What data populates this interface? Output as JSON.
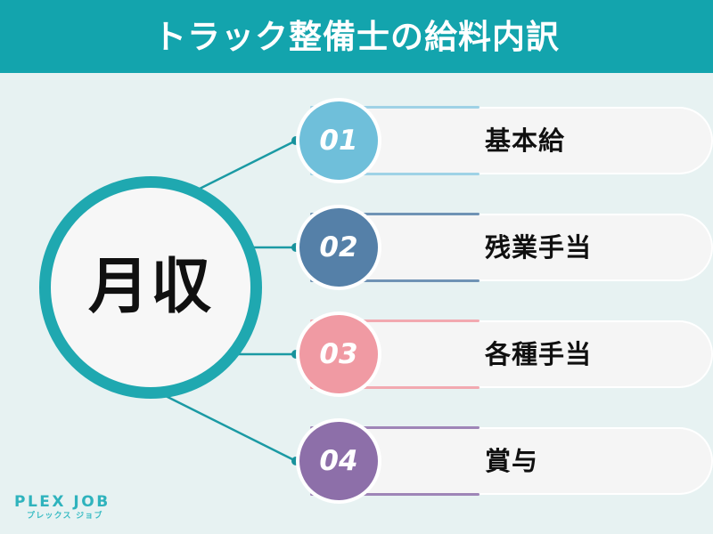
{
  "header": {
    "title": "トラック整備士の給料内訳",
    "bg_color": "#13a4ad",
    "text_color": "#ffffff"
  },
  "canvas": {
    "bg_color": "#e7f2f2"
  },
  "center": {
    "label": "月収",
    "ring_color": "#1fa8b0",
    "fill_color": "#f7f7f7",
    "text_color": "#101010"
  },
  "connector": {
    "line_color": "#1b9aa4",
    "dot_color": "#18929c"
  },
  "items": [
    {
      "number": "01",
      "label": "基本給",
      "color": "#6fbfda",
      "accent_color": "#9fd2e6"
    },
    {
      "number": "02",
      "label": "残業手当",
      "color": "#5580a8",
      "accent_color": "#6f93b5"
    },
    {
      "number": "03",
      "label": "各種手当",
      "color": "#f09aa3",
      "accent_color": "#f2a9b0"
    },
    {
      "number": "04",
      "label": "賞与",
      "color": "#8d6fa9",
      "accent_color": "#9e85b7"
    }
  ],
  "card": {
    "bg_color": "#f5f5f5",
    "text_color": "#101010"
  },
  "logo": {
    "main": "PLEX JOB",
    "sub": "プレックス ジョブ",
    "color": "#2fb3bd"
  }
}
